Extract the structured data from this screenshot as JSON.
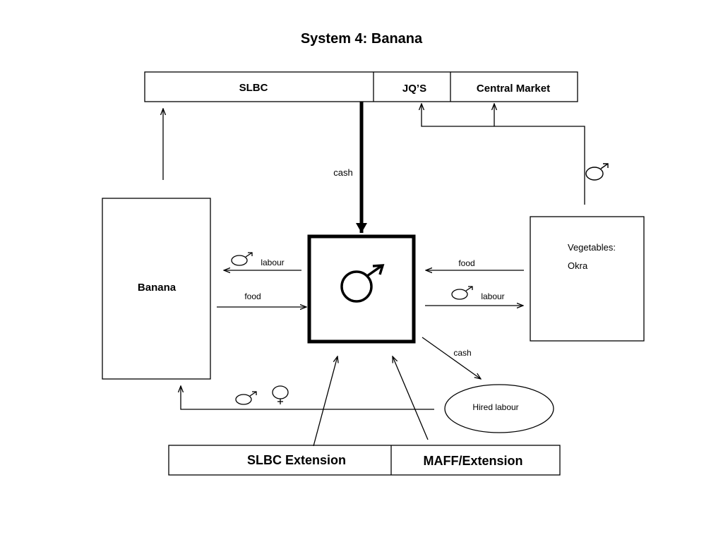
{
  "title": "System 4: Banana",
  "top_boxes": {
    "slbc": "SLBC",
    "jqs": "JQ’S",
    "central_market": "Central Market"
  },
  "enterprises": {
    "banana": "Banana",
    "vegetables": "Vegetables:",
    "okra": "Okra",
    "hired_labour": "Hired labour"
  },
  "flows": {
    "cash_top": "cash",
    "labour_left": "labour",
    "food_left": "food",
    "food_right": "food",
    "labour_right": "labour",
    "cash_hired": "cash"
  },
  "bottom_boxes": {
    "slbc_extension": "SLBC Extension",
    "maff_extension": "MAFF/Extension"
  },
  "symbols": {
    "male": "male-symbol-icon",
    "female": "female-symbol-icon"
  }
}
